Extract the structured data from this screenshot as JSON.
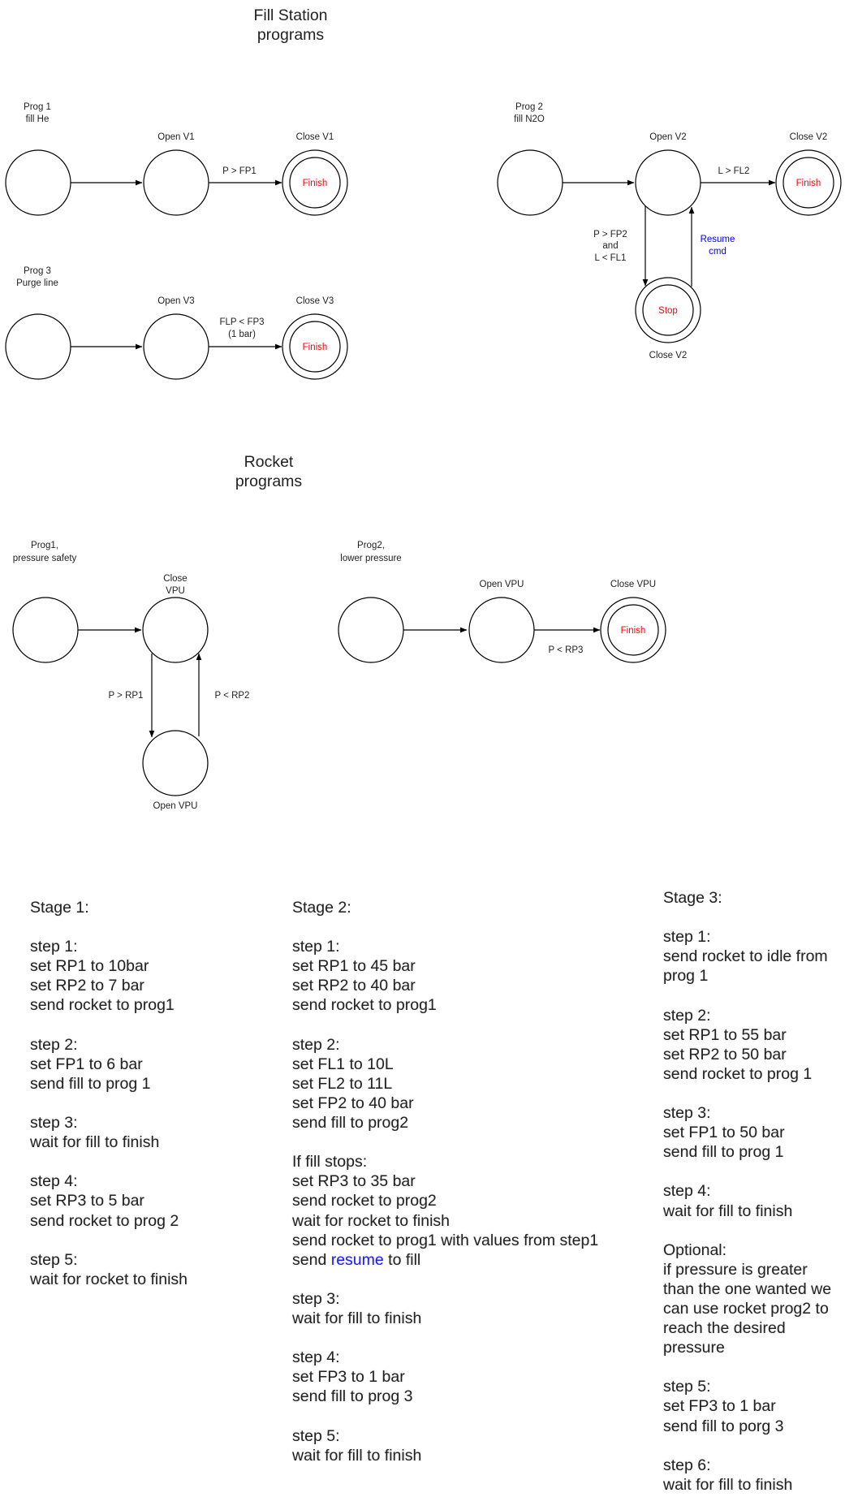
{
  "fill_station": {
    "title": [
      "Fill Station",
      "programs"
    ],
    "prog1": {
      "label": [
        "Prog 1",
        "fill He"
      ],
      "open_label": "Open V1",
      "close_label": "Close V1",
      "condition": "P > FP1",
      "finish": "Finish"
    },
    "prog2": {
      "label": [
        "Prog 2",
        "fill N2O"
      ],
      "open_label": "Open V2",
      "close_label": "Close V2",
      "condition": "L > FL2",
      "stop_condition": [
        "P > FP2",
        "and",
        "L < FL1"
      ],
      "resume_condition": [
        "Resume",
        "cmd"
      ],
      "stop_label": "Close V2",
      "stop": "Stop",
      "finish": "Finish"
    },
    "prog3": {
      "label": [
        "Prog 3",
        "Purge line"
      ],
      "open_label": "Open V3",
      "close_label": "Close V3",
      "condition": [
        "FLP < FP3",
        "(1 bar)"
      ],
      "finish": "Finish"
    }
  },
  "rocket": {
    "title": [
      "Rocket",
      "programs"
    ],
    "prog1": {
      "label": [
        "Prog1,",
        "pressure safety"
      ],
      "close_label": [
        "Close",
        "VPU"
      ],
      "open_label": "Open VPU",
      "cond_down": "P > RP1",
      "cond_up": "P < RP2"
    },
    "prog2": {
      "label": [
        "Prog2,",
        "lower pressure"
      ],
      "open_label": "Open VPU",
      "close_label": "Close VPU",
      "condition": "P < RP3",
      "finish": "Finish"
    }
  },
  "stages": [
    {
      "lines": [
        "Stage 1:",
        "",
        "step 1:",
        "set RP1 to 10bar",
        "set RP2 to 7 bar",
        "send rocket to prog1",
        "",
        "step 2:",
        "set FP1 to 6 bar",
        "send fill to prog 1",
        "",
        "step 3:",
        "wait for fill to finish",
        "",
        "step 4:",
        "set RP3 to 5 bar",
        "send rocket to prog 2",
        "",
        "step 5:",
        "wait for rocket to finish"
      ]
    },
    {
      "lines": [
        "Stage 2:",
        "",
        "step 1:",
        "set RP1 to 45 bar",
        "set RP2 to 40 bar",
        "send rocket to prog1",
        "",
        "step 2:",
        "set FL1 to 10L",
        "set FL2 to 11L",
        "set FP2 to 40 bar",
        "send fill to prog2",
        "",
        "If fill stops:",
        "set RP3 to 35 bar",
        "send rocket to prog2",
        "wait for rocket to finish",
        "send rocket to prog1 with values from step1",
        "send resume to fill",
        "",
        "step 3:",
        "wait for fill to finish",
        "",
        "step 4:",
        "set FP3 to 1 bar",
        "send fill to prog 3",
        "",
        "step 5:",
        "wait for fill to finish"
      ]
    },
    {
      "lines": [
        "Stage 3:",
        "",
        "step 1:",
        "send rocket to idle from",
        "prog 1",
        "",
        "step 2:",
        "set RP1 to 55 bar",
        "set RP2 to 50 bar",
        "send rocket to prog 1",
        "",
        "step 3:",
        "set FP1 to 50 bar",
        "send fill to prog 1",
        "",
        "step 4:",
        "wait for fill to finish",
        "",
        "Optional:",
        "if pressure is greater",
        "than the one wanted we",
        "can use rocket prog2 to",
        "reach the desired",
        "pressure",
        "",
        "step 5:",
        "set FP3 to 1 bar",
        "send fill to porg 3",
        "",
        "step 6:",
        "wait for fill to finish"
      ]
    }
  ],
  "highlight": {
    "word": "resume",
    "color": "#1a1aff"
  },
  "colors": {
    "finish_text": "#ff0000",
    "stop_text": "#ff0000",
    "resume_text": "#0000ff",
    "line": "#000000"
  }
}
